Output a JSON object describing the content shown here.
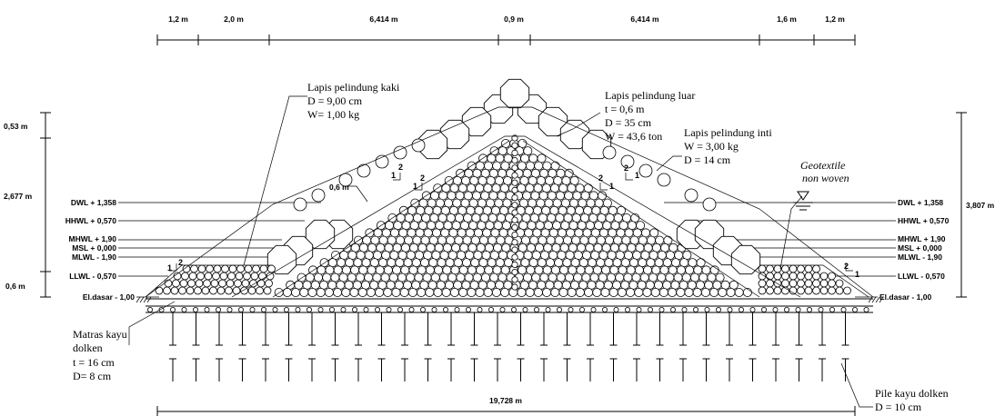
{
  "dimensions_top": [
    "1,2 m",
    "2,0 m",
    "6,414 m",
    "0,9 m",
    "6,414 m",
    "1,6 m",
    "1,2 m"
  ],
  "dimension_bottom": "19,728 m",
  "dimensions_left": [
    "0,53 m",
    "2,677 m",
    "0,6 m"
  ],
  "dimension_right": "3,807 m",
  "water_levels_left": [
    "DWL + 1,358",
    "HHWL + 0,570",
    "MHWL + 1,90",
    "MSL + 0,000",
    "MLWL - 1,90",
    "LLWL - 0,570",
    "El.dasar - 1,00"
  ],
  "water_levels_right": [
    "DWL + 1,358",
    "HHWL + 0,570",
    "MHWL + 1,90",
    "MSL + 0,000",
    "MLWL - 1,90",
    "LLWL - 0,570",
    "El.dasar - 1,00"
  ],
  "labels": {
    "toe_layer": [
      "Lapis pelindung kaki",
      "D = 9,00 cm",
      "W= 1,00 kg"
    ],
    "outer_layer": [
      "Lapis pelindung luar",
      "t   = 0,6 m",
      "D   = 35 cm",
      "W = 43,6 ton"
    ],
    "core_layer": [
      "Lapis pelindung inti",
      "W = 3,00 kg",
      "D  = 14 cm"
    ],
    "geotextile": [
      "Geotextile",
      "non woven"
    ],
    "mattress": [
      "Matras kayu",
      "dolken",
      "t   = 16 cm",
      "D= 8 cm"
    ],
    "pile": [
      "Pile kayu dolken",
      "D = 10 cm"
    ],
    "thickness": "0,6 m"
  },
  "slope_ratio": [
    "1",
    "2"
  ]
}
